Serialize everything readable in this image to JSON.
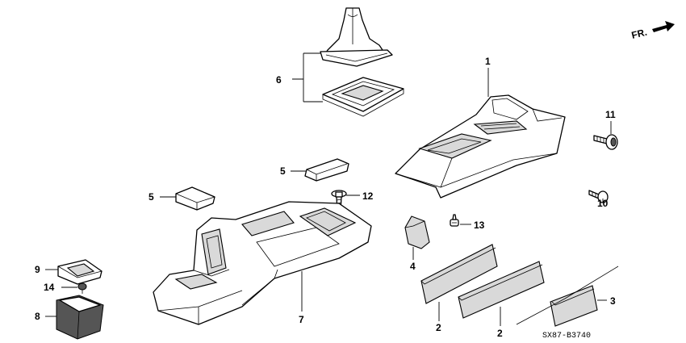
{
  "diagram": {
    "direction_label": "FR.",
    "diagram_code": "SX87-B3740",
    "callouts": {
      "c1": "1",
      "c2a": "2",
      "c2b": "2",
      "c3": "3",
      "c4": "4",
      "c5a": "5",
      "c5b": "5",
      "c6": "6",
      "c7": "7",
      "c8": "8",
      "c9": "9",
      "c10": "10",
      "c11": "11",
      "c12": "12",
      "c13": "13",
      "c14": "14"
    }
  }
}
